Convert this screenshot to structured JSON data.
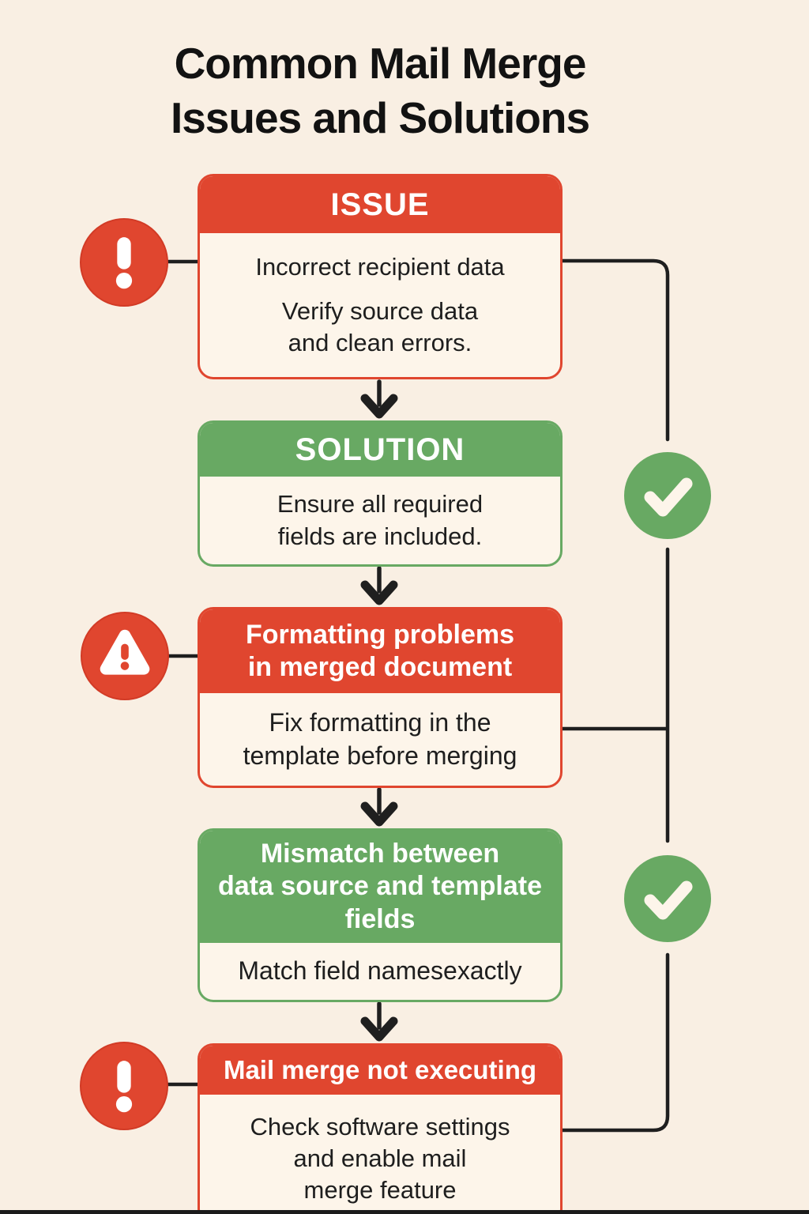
{
  "page": {
    "title": "Common Mail Merge\nIssues and Solutions",
    "background_color": "#f9efe3",
    "bottom_bar_color": "#1b1b1b"
  },
  "colors": {
    "issue_red": "#e0462f",
    "solution_green": "#68a963",
    "connector_line": "#1f1f1f",
    "box_body_bg": "#fdf5ea",
    "body_text": "#1e1e1e",
    "header_text": "#ffffff"
  },
  "flow": {
    "boxes": [
      {
        "type": "issue",
        "header": "ISSUE",
        "paragraphs": [
          "Incorrect recipient data",
          "Verify source data\nand clean errors."
        ]
      },
      {
        "type": "solution",
        "header": "SOLUTION",
        "paragraphs": [
          "Ensure all required\nfields are included."
        ]
      },
      {
        "type": "issue",
        "header": "Formatting problems\nin merged document",
        "paragraphs": [
          "Fix formatting in the\ntemplate before merging"
        ]
      },
      {
        "type": "solution",
        "header": "Mismatch between\ndata source and template\nfields",
        "paragraphs": [
          "Match field namesexactly"
        ]
      },
      {
        "type": "issue",
        "header": "Mail merge not executing",
        "paragraphs": [
          "Check software settings\nand enable mail\nmerge feature"
        ]
      }
    ],
    "side_icons": [
      {
        "name": "alert-circle-icon",
        "meaning": "issue marker"
      },
      {
        "name": "warning-triangle-icon",
        "meaning": "issue marker"
      },
      {
        "name": "alert-circle-icon",
        "meaning": "issue marker"
      },
      {
        "name": "check-circle-icon",
        "meaning": "solution marker"
      },
      {
        "name": "check-circle-icon",
        "meaning": "solution marker"
      }
    ]
  }
}
